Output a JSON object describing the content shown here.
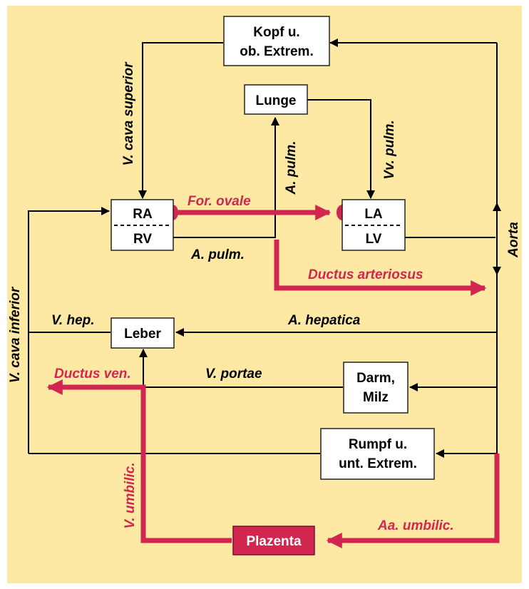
{
  "colors": {
    "background": "#fde9a3",
    "frame": "#ffffff",
    "accent_red": "#d0264f",
    "line": "#000000"
  },
  "nodes": {
    "kopf": [
      "Kopf u.",
      "ob. Extrem."
    ],
    "lunge": "Lunge",
    "ra": "RA",
    "rv": "RV",
    "la": "LA",
    "lv": "LV",
    "leber": "Leber",
    "darm": [
      "Darm,",
      "Milz"
    ],
    "rumpf": [
      "Rumpf u.",
      "unt. Extrem."
    ],
    "plazenta": "Plazenta"
  },
  "labels": {
    "v_cava_superior": "V. cava superior",
    "a_pulm_vertical": "A. pulm.",
    "vv_pulm": "Vv. pulm.",
    "for_ovale": "For. ovale",
    "a_pulm_horizontal": "A. pulm.",
    "ductus_arteriosus": "Ductus arteriosus",
    "aorta": "Aorta",
    "v_cava_inferior": "V. cava inferior",
    "v_hep": "V. hep.",
    "a_hepatica": "A. hepatica",
    "ductus_ven": "Ductus ven.",
    "v_portae": "V. portae",
    "v_umbilic": "V. umbilic.",
    "aa_umbilic": "Aa. umbilic."
  }
}
